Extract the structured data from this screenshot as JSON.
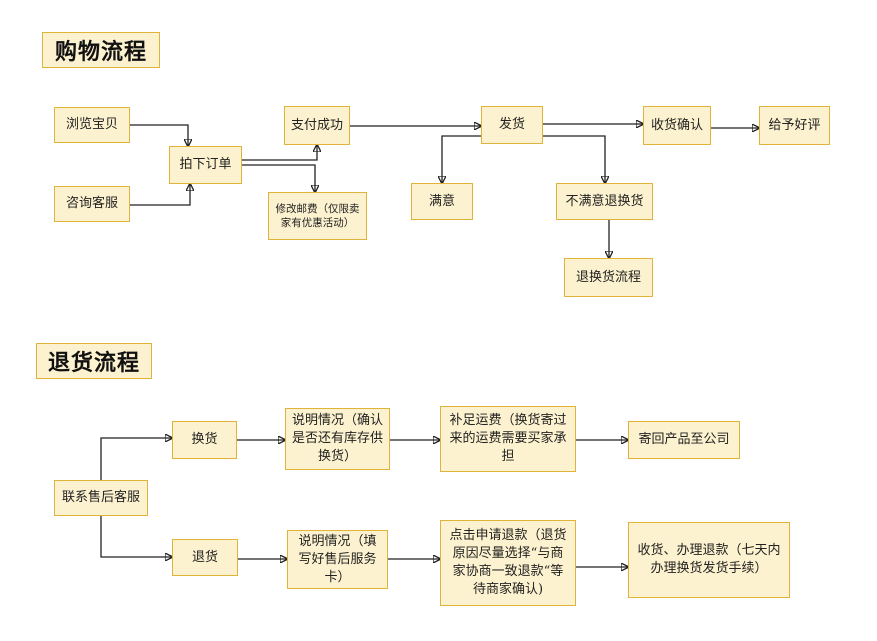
{
  "shopping": {
    "title": "购物流程",
    "browse": "浏览宝贝",
    "consult": "咨询客服",
    "order": "拍下订单",
    "pay": "支付成功",
    "edit_shipping": "修改邮费（仅限卖家有优惠活动）",
    "ship": "发货",
    "satisfied": "满意",
    "unsatisfied": "不满意退换货",
    "return_process": "退换货流程",
    "receive": "收货确认",
    "review": "给予好评"
  },
  "returns": {
    "title": "退货流程",
    "contact": "联系售后客服",
    "exchange": "换货",
    "exchange_explain": "说明情况（确认是否还有库存供换货）",
    "exchange_fee": "补足运费（换货寄过来的运费需要买家承担",
    "exchange_send": "寄回产品至公司",
    "refund": "退货",
    "refund_explain": "说明情况（填写好售后服务卡）",
    "refund_apply": "点击申请退款（退货原因尽量选择“与商家协商一致退款“等待商家确认)",
    "refund_receive": "收货、办理退款（七天内办理换货发货手续）"
  },
  "colors": {
    "node_fill": "#fdf2cf",
    "node_border": "#e0b33a",
    "edge": "#222222"
  }
}
